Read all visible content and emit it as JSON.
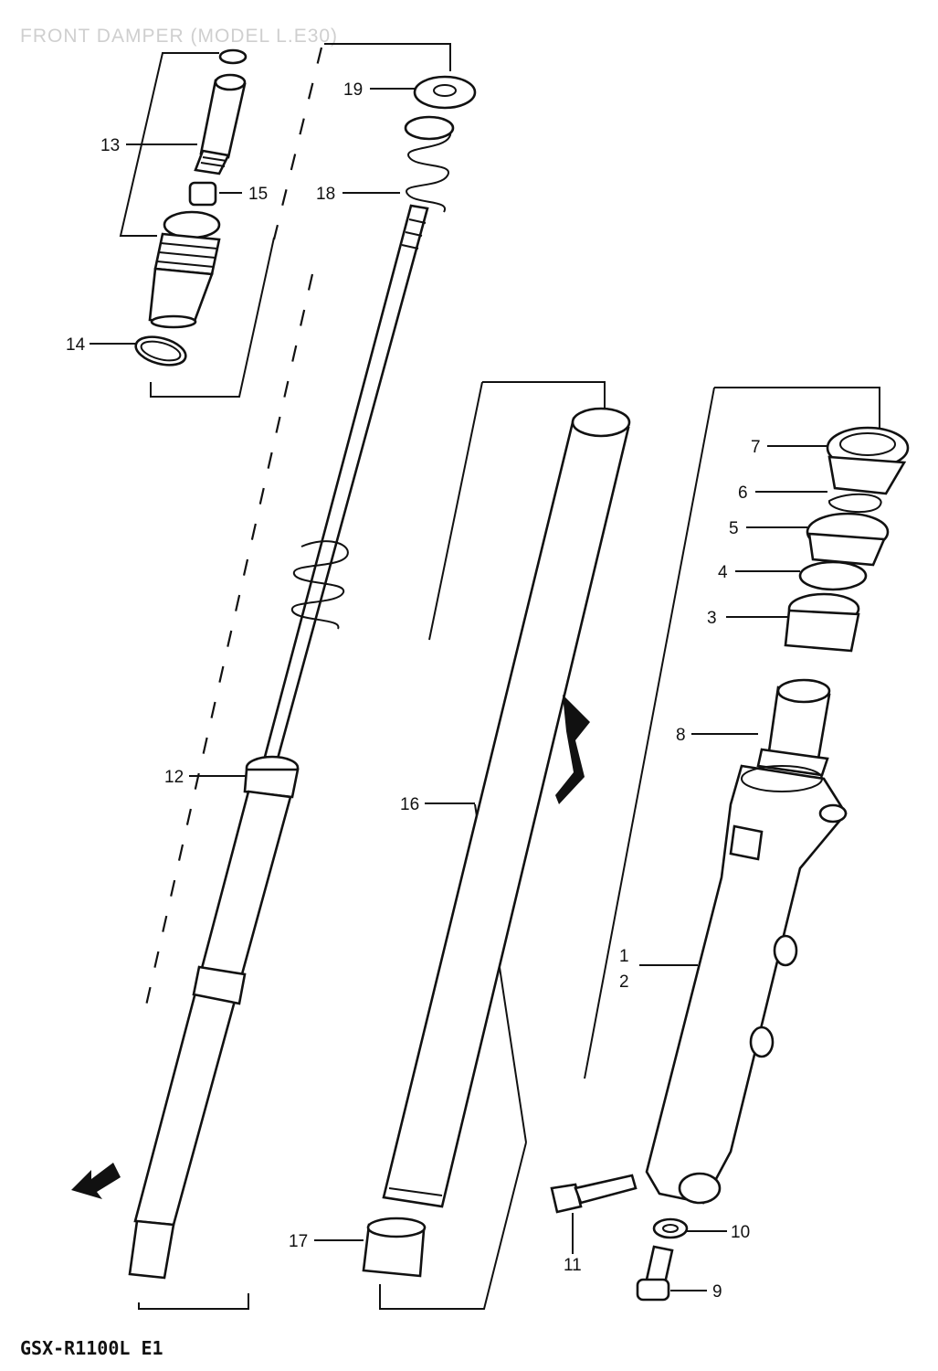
{
  "diagram": {
    "title": "FRONT DAMPER (MODEL L.E30)",
    "model_code": "GSX-R1100L E1",
    "front_arrow_icon": "front-direction-arrow-icon",
    "callouts": [
      {
        "id": "c1",
        "label": "1"
      },
      {
        "id": "c2",
        "label": "2"
      },
      {
        "id": "c3",
        "label": "3"
      },
      {
        "id": "c4",
        "label": "4"
      },
      {
        "id": "c5",
        "label": "5"
      },
      {
        "id": "c6",
        "label": "6"
      },
      {
        "id": "c7",
        "label": "7"
      },
      {
        "id": "c8",
        "label": "8"
      },
      {
        "id": "c9",
        "label": "9"
      },
      {
        "id": "c10",
        "label": "10"
      },
      {
        "id": "c11",
        "label": "11"
      },
      {
        "id": "c12",
        "label": "12"
      },
      {
        "id": "c13",
        "label": "13"
      },
      {
        "id": "c14",
        "label": "14"
      },
      {
        "id": "c15",
        "label": "15"
      },
      {
        "id": "c16",
        "label": "16"
      },
      {
        "id": "c17",
        "label": "17"
      },
      {
        "id": "c18",
        "label": "18"
      },
      {
        "id": "c19",
        "label": "19"
      }
    ]
  }
}
